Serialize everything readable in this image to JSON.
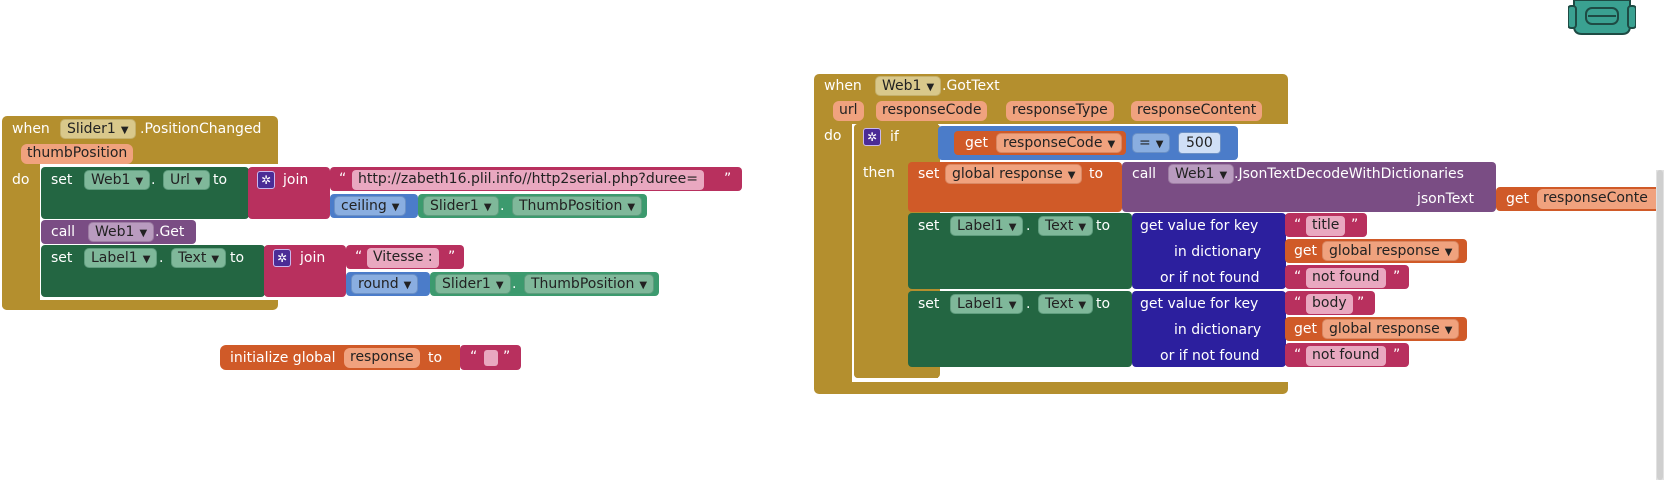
{
  "block1": {
    "when": "when",
    "component": "Slider1",
    "event": ".PositionChanged",
    "param": "thumbPosition",
    "do": "do",
    "set1": {
      "set": "set",
      "component": "Web1",
      "dot": ".",
      "property": "Url",
      "to": "to",
      "join": "join",
      "string": "http://zabeth16.plil.info//http2serial.php?duree=",
      "ceiling": "ceiling",
      "arg_component": "Slider1",
      "arg_property": "ThumbPosition"
    },
    "call": {
      "call": "call",
      "component": "Web1",
      "method": ".Get"
    },
    "set2": {
      "set": "set",
      "component": "Label1",
      "dot": ".",
      "property": "Text",
      "to": "to",
      "join": "join",
      "string": "Vitesse :",
      "round": "round",
      "arg_component": "Slider1",
      "arg_property": "ThumbPosition"
    }
  },
  "global_init": {
    "label": "initialize global",
    "name": "response",
    "to": "to"
  },
  "block2": {
    "when": "when",
    "component": "Web1",
    "event": ".GotText",
    "params": [
      "url",
      "responseCode",
      "responseType",
      "responseContent"
    ],
    "do": "do",
    "if": "if",
    "get": "get",
    "cond_var": "responseCode",
    "op": "=",
    "num": "500",
    "then": "then",
    "set_global": "set",
    "global_name": "global response",
    "to": "to",
    "call": "call",
    "call_component": "Web1",
    "call_method": ".JsonTextDecodeWithDictionaries",
    "json_label": "jsonText",
    "json_get": "get",
    "json_var": "responseConte",
    "set_a": {
      "set": "set",
      "component": "Label1",
      "property": "Text",
      "to": "to",
      "get_value": "get value for key",
      "key": "title",
      "in_dict": "in dictionary",
      "get": "get",
      "dict_var": "global response",
      "not_found_label": "or if not found",
      "not_found": "not found"
    },
    "set_b": {
      "set": "set",
      "component": "Label1",
      "property": "Text",
      "to": "to",
      "get_value": "get value for key",
      "key": "body",
      "in_dict": "in dictionary",
      "get": "get",
      "dict_var": "global response",
      "not_found_label": "or if not found",
      "not_found": "not found"
    }
  },
  "icons": [
    "backpack-icon",
    "mutator-gear-icon",
    "dropdown-arrow-icon"
  ],
  "colors": {
    "event": "#b48f2e",
    "component": "#236642",
    "method": "#7a4d84",
    "variable": "#d05a28",
    "text": "#b8305e",
    "math": "#3f6fba",
    "dictionary": "#2c1f9e"
  }
}
